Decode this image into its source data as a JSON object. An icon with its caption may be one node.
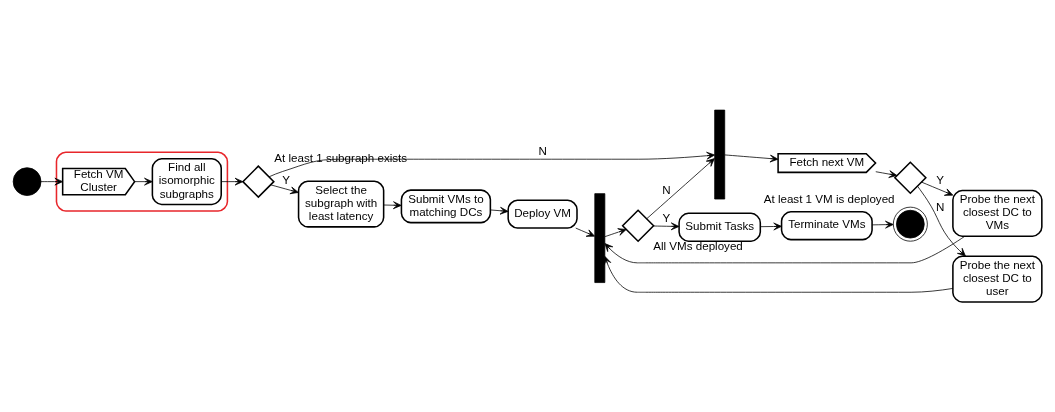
{
  "diagram": {
    "nodes": [
      {
        "text": [],
        "shape": "circle"
      },
      {
        "text": [],
        "shape": "box"
      },
      {
        "text": [
          "Fetch VM Cluster"
        ],
        "in": 1
      },
      {
        "text": [
          "Find all isomorphic subgraphs"
        ],
        "in": 1
      },
      {
        "text": [],
        "shape": "diamond",
        "beside": [
          "At least 1 subgraph exists"
        ]
      },
      {
        "text": [
          "Select the subgraph with least latency"
        ]
      },
      {
        "text": [
          "Submit VMs to matching DCs"
        ]
      },
      {
        "text": [
          "Deploy VM"
        ]
      },
      {
        "text": [],
        "shape": "bar"
      },
      {
        "text": [],
        "shape": "diamond",
        "beside": [
          "All VMs deployed"
        ]
      },
      {
        "text": [
          "Submit Tasks"
        ]
      },
      {
        "text": [
          "Terminate VMs"
        ]
      },
      {
        "text": [],
        "shape": "bullseye"
      },
      {
        "text": [],
        "shape": "bar"
      },
      {
        "text": [
          "Fetch next VM"
        ]
      },
      {
        "text": [],
        "shape": "diamond",
        "beside": [
          "At least 1 VM is deployed"
        ]
      },
      {
        "text": [
          "Probe the next closest DC to VMs"
        ]
      },
      {
        "text": [
          "Probe the next closest DC to user"
        ]
      }
    ],
    "edges": [
      {
        "from": 0,
        "to": 2,
        "arrow": "to"
      },
      {
        "from": 2,
        "to": 3,
        "arrow": "to"
      },
      {
        "from": 3,
        "to": 4,
        "arrow": "to"
      },
      {
        "from": 4,
        "to": 5,
        "arrow": "to",
        "label": "Y"
      },
      {
        "from": 4,
        "to": 13,
        "arrow": "to",
        "label": "N"
      },
      {
        "from": 5,
        "to": 6,
        "arrow": "to"
      },
      {
        "from": 6,
        "to": 7,
        "arrow": "to"
      },
      {
        "from": 7,
        "to": 8,
        "arrow": "to"
      },
      {
        "from": 8,
        "to": 9,
        "arrow": "to"
      },
      {
        "from": 9,
        "to": 10,
        "arrow": "to",
        "label": "Y"
      },
      {
        "from": 9,
        "to": 13,
        "arrow": "to",
        "label": "N"
      },
      {
        "from": 10,
        "to": 11,
        "arrow": "to"
      },
      {
        "from": 11,
        "to": 12,
        "arrow": "to"
      },
      {
        "from": 13,
        "to": 14,
        "arrow": "to"
      },
      {
        "from": 14,
        "to": 15,
        "arrow": "to"
      },
      {
        "from": 15,
        "to": 16,
        "arrow": "to",
        "label": "Y"
      },
      {
        "from": 15,
        "to": 17,
        "arrow": "to",
        "label": "N"
      },
      {
        "from": 16,
        "to": 8,
        "arrow": "to"
      },
      {
        "from": 17,
        "to": 8,
        "arrow": "to"
      }
    ]
  }
}
